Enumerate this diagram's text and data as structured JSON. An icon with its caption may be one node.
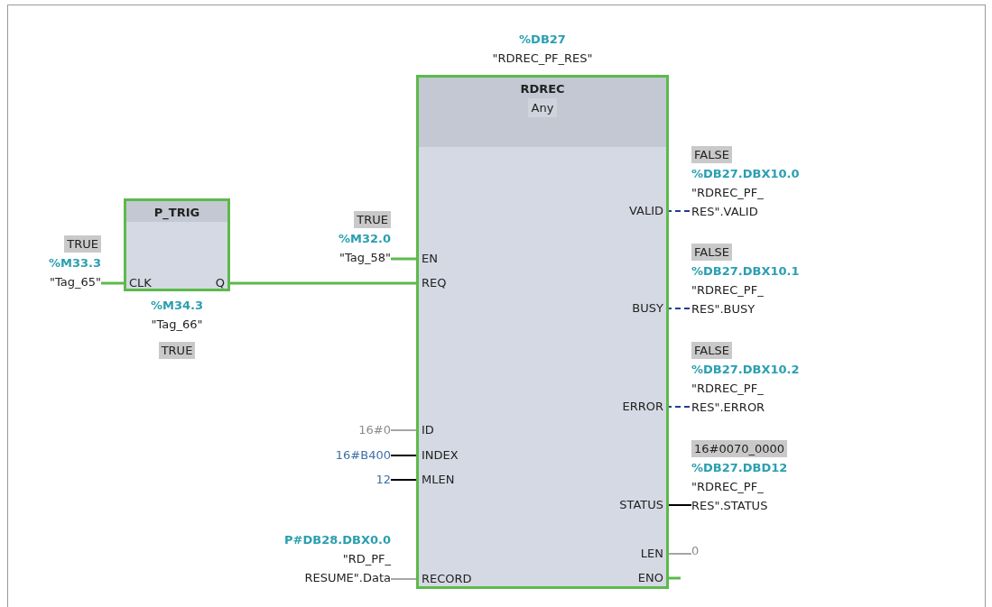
{
  "diagram": {
    "nodes": [
      {
        "text": [
          "P_TRIG"
        ]
      },
      {
        "text": [
          "CLK"
        ],
        "in": 0
      },
      {
        "text": [
          "Q"
        ],
        "in": 0
      },
      {
        "text": [
          "TRUE",
          "%M33.3",
          "\"Tag_65\""
        ]
      },
      {
        "text": [
          "RDREC",
          "Any"
        ],
        "beside": [
          "%DB27",
          "\"RDREC_PF_RES\""
        ]
      },
      {
        "text": [
          "EN"
        ],
        "in": 4
      },
      {
        "text": [
          "REQ"
        ],
        "in": 4
      },
      {
        "text": [
          "ID"
        ],
        "in": 4
      },
      {
        "text": [
          "INDEX"
        ],
        "in": 4
      },
      {
        "text": [
          "MLEN"
        ],
        "in": 4
      },
      {
        "text": [
          "RECORD"
        ],
        "in": 4
      },
      {
        "text": [
          "VALID"
        ],
        "in": 4
      },
      {
        "text": [
          "BUSY"
        ],
        "in": 4
      },
      {
        "text": [
          "ERROR"
        ],
        "in": 4
      },
      {
        "text": [
          "STATUS"
        ],
        "in": 4
      },
      {
        "text": [
          "LEN"
        ],
        "in": 4
      },
      {
        "text": [
          "ENO"
        ],
        "in": 4
      },
      {
        "text": [
          "TRUE",
          "%M32.0",
          "\"Tag_58\""
        ]
      },
      {
        "text": [
          "16#0"
        ]
      },
      {
        "text": [
          "16#B400"
        ]
      },
      {
        "text": [
          "12"
        ]
      },
      {
        "text": [
          "P#DB28.DBX0.0",
          "\"RD_PF_ RESUME\".Data"
        ]
      },
      {
        "text": [
          "FALSE",
          "%DB27.DBX10.0",
          "\"RDREC_PF_ RES\".VALID"
        ]
      },
      {
        "text": [
          "FALSE",
          "%DB27.DBX10.1",
          "\"RDREC_PF_ RES\".BUSY"
        ]
      },
      {
        "text": [
          "FALSE",
          "%DB27.DBX10.2",
          "\"RDREC_PF_ RES\".ERROR"
        ]
      },
      {
        "text": [
          "16#0070_0000",
          "%DB27.DBD12",
          "\"RDREC_PF_ RES\".STATUS"
        ]
      },
      {
        "text": [
          "0"
        ]
      },
      {
        "text": [
          "%M34.3",
          "\"Tag_66\"",
          "TRUE"
        ]
      }
    ],
    "edges": [
      {
        "from": 3,
        "to": 1,
        "arrow": "none"
      },
      {
        "from": 2,
        "to": 6,
        "arrow": "none"
      },
      {
        "from": 17,
        "to": 5,
        "arrow": "none"
      },
      {
        "from": 18,
        "to": 7,
        "arrow": "none",
        "color": "#a6a6a6"
      },
      {
        "from": 19,
        "to": 8,
        "arrow": "none",
        "color": "#000000"
      },
      {
        "from": 20,
        "to": 9,
        "arrow": "none",
        "color": "#000000"
      },
      {
        "from": 21,
        "to": 10,
        "arrow": "none",
        "color": "#a6a6a6"
      },
      {
        "from": 11,
        "to": 22,
        "arrow": "none",
        "style": "dashed",
        "color": "#1f3f8f"
      },
      {
        "from": 12,
        "to": 23,
        "arrow": "none",
        "style": "dashed",
        "color": "#1f3f8f"
      },
      {
        "from": 13,
        "to": 24,
        "arrow": "none",
        "style": "dashed",
        "color": "#1f3f8f"
      },
      {
        "from": 14,
        "to": 25,
        "arrow": "none",
        "color": "#000000"
      },
      {
        "from": 15,
        "to": 26,
        "arrow": "none",
        "color": "#a6a6a6"
      },
      {
        "from": 16,
        "to": null,
        "arrow": "none"
      }
    ]
  }
}
